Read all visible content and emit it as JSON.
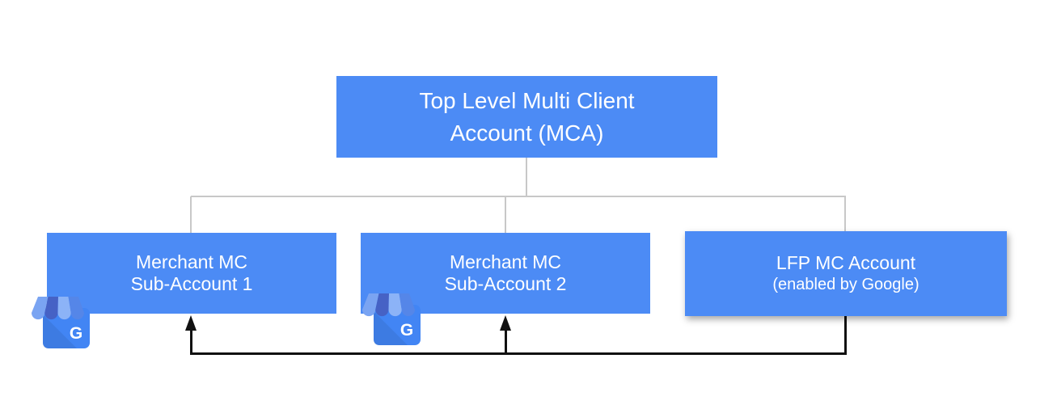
{
  "nodes": {
    "mca": {
      "line1": "Top Level Multi Client",
      "line2": "Account (MCA)"
    },
    "sub1": {
      "line1": "Merchant MC",
      "line2": "Sub-Account 1"
    },
    "sub2": {
      "line1": "Merchant MC",
      "line2": "Sub-Account 2"
    },
    "lfp": {
      "line1": "LFP MC Account",
      "line2": "(enabled by Google)"
    }
  },
  "icons": {
    "gmb": {
      "name": "google-my-business-icon",
      "letter": "G"
    }
  },
  "colors": {
    "node_fill": "#4C8BF5",
    "node_text": "#FFFFFF",
    "connector_gray": "#C8C8C8",
    "arrow_black": "#111111",
    "gmb_body": "#4285F4",
    "gmb_fold_shadow": "rgba(0,0,0,0.07)",
    "gmb_stripe_1": "#7AA4F2",
    "gmb_stripe_2": "#4662C5",
    "gmb_stripe_3": "#8CB3F7",
    "gmb_stripe_4": "#5586E8",
    "gmb_letter": "#FFFFFF"
  }
}
